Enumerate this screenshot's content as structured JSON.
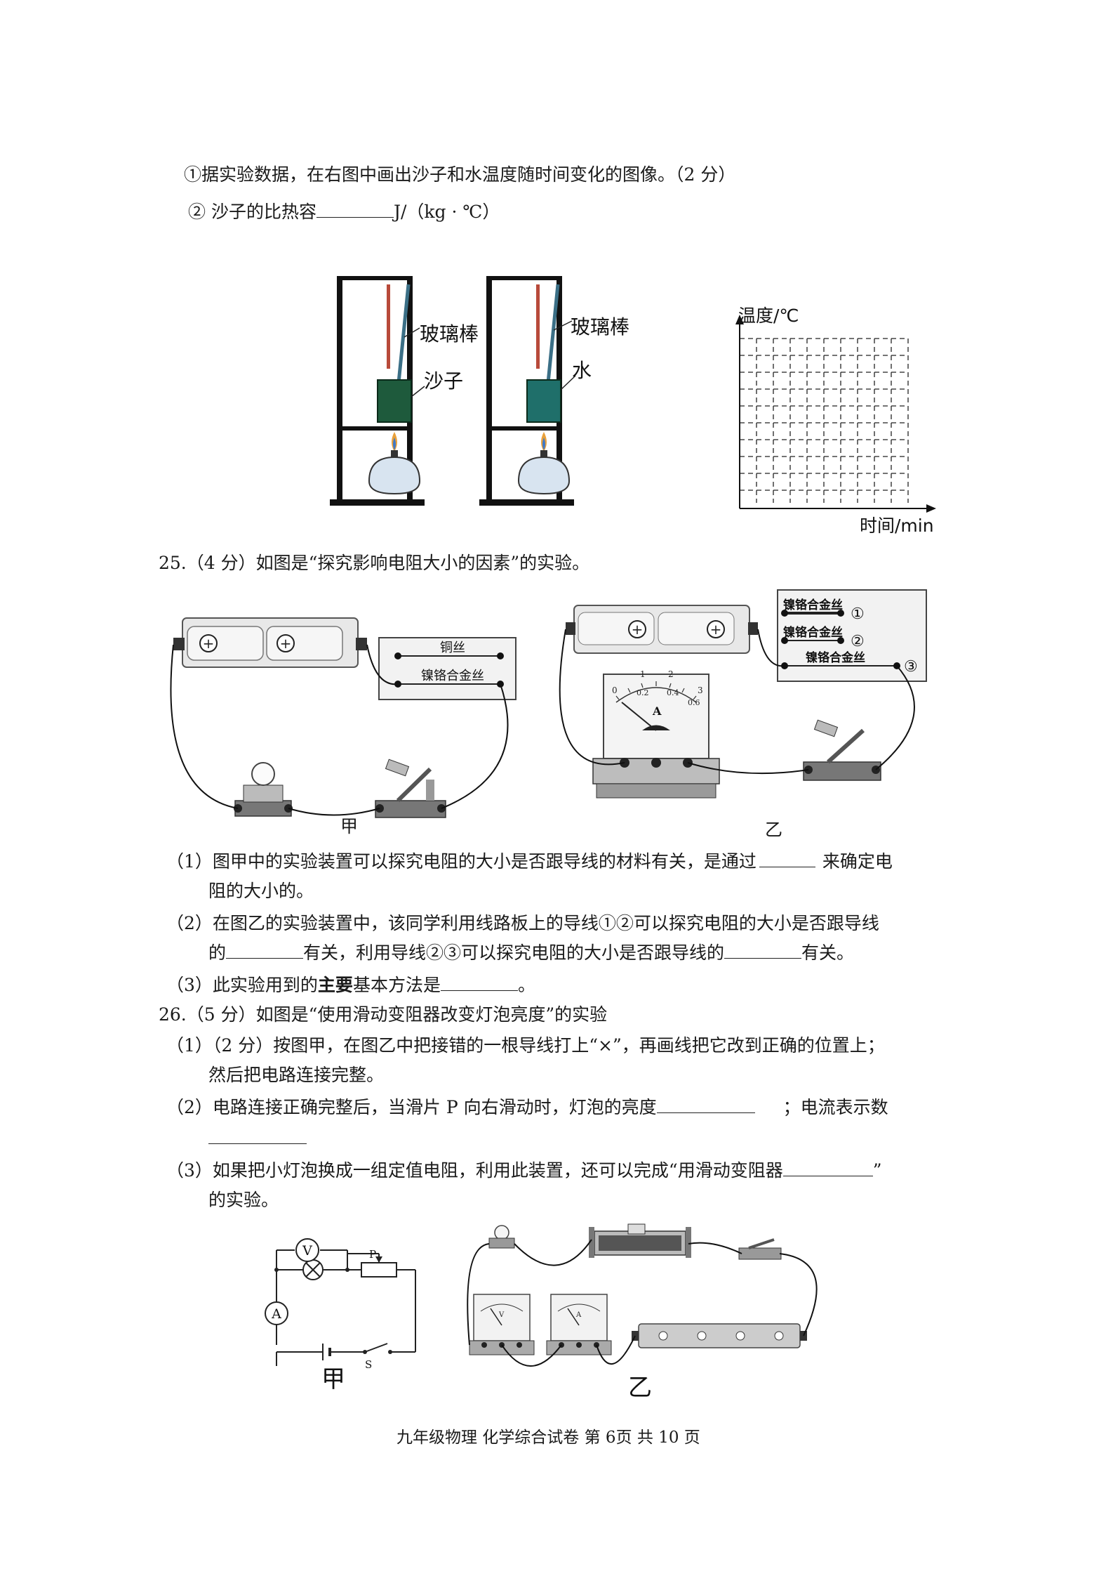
{
  "q24": {
    "item1": "①据实验数据，在右图中画出沙子和水温度随时间变化的图像。（2 分）",
    "item2_prefix": "②  沙子的比热容",
    "item2_suffix": "J/（kg · ℃）",
    "fig": {
      "rod_label_1": "玻璃棒",
      "sand_label": "沙子",
      "rod_label_2": "玻璃棒",
      "water_label": "水",
      "y_axis": "温度/℃",
      "x_axis": "时间/min"
    }
  },
  "q25": {
    "title": "25.（4 分）如图是“探究影响电阻大小的因素”的实验。",
    "fig_jia": {
      "wire1": "铜丝",
      "wire2": "镍铬合金丝",
      "caption": "甲"
    },
    "fig_yi": {
      "wire1": "镍铬合金丝",
      "num1": "①",
      "wire2": "镍铬合金丝",
      "num2": "②",
      "wire3": "镍铬合金丝",
      "num3": "③",
      "meter_label": "A",
      "scale_marks": [
        "0",
        "1",
        "2",
        "3",
        "0.2",
        "0.4",
        "0.6"
      ],
      "caption": "乙"
    },
    "p1_line1_a": "（1）图甲中的实验装置可以探究电阻的大小是否跟导线的材料有关，是通过",
    "p1_line1_b": "来确定电",
    "p1_line2": "阻的大小的。",
    "p2_line1": "（2）在图乙的实验装置中，该同学利用线路板上的导线①②可以探究电阻的大小是否跟导线",
    "p2_line2_a": "的",
    "p2_line2_b": "有关，利用导线②③可以探究电阻的大小是否跟导线的",
    "p2_line2_c": "有关。",
    "p3_a": "（3）此实验用到的",
    "p3_bold": "主要",
    "p3_b": "基本方法是",
    "p3_c": "。"
  },
  "q26": {
    "title": "26.（5 分）如图是“使用滑动变阻器改变灯泡亮度”的实验",
    "p1_line1": "（1）（2 分）按图甲，在图乙中把接错的一根导线打上“×”，再画线把它改到正确的位置上；",
    "p1_line2": "然后把电路连接完整。",
    "p2_a": "（2）电路连接正确完整后，当滑片 P 向右滑动时，灯泡的亮度",
    "p2_b": "；电流表示数",
    "p3_a": "（3）如果把小灯泡换成一组定值电阻，利用此装置，还可以完成“用滑动变阻器",
    "p3_b": "”",
    "p3_line2": "的实验。",
    "fig_jia": {
      "v": "V",
      "a": "A",
      "p": "P",
      "s": "S",
      "caption": "甲"
    },
    "fig_yi": {
      "v": "V",
      "a": "A",
      "caption": "乙"
    }
  },
  "footer": "九年级物理  化学综合试卷    第 6页  共 10 页"
}
